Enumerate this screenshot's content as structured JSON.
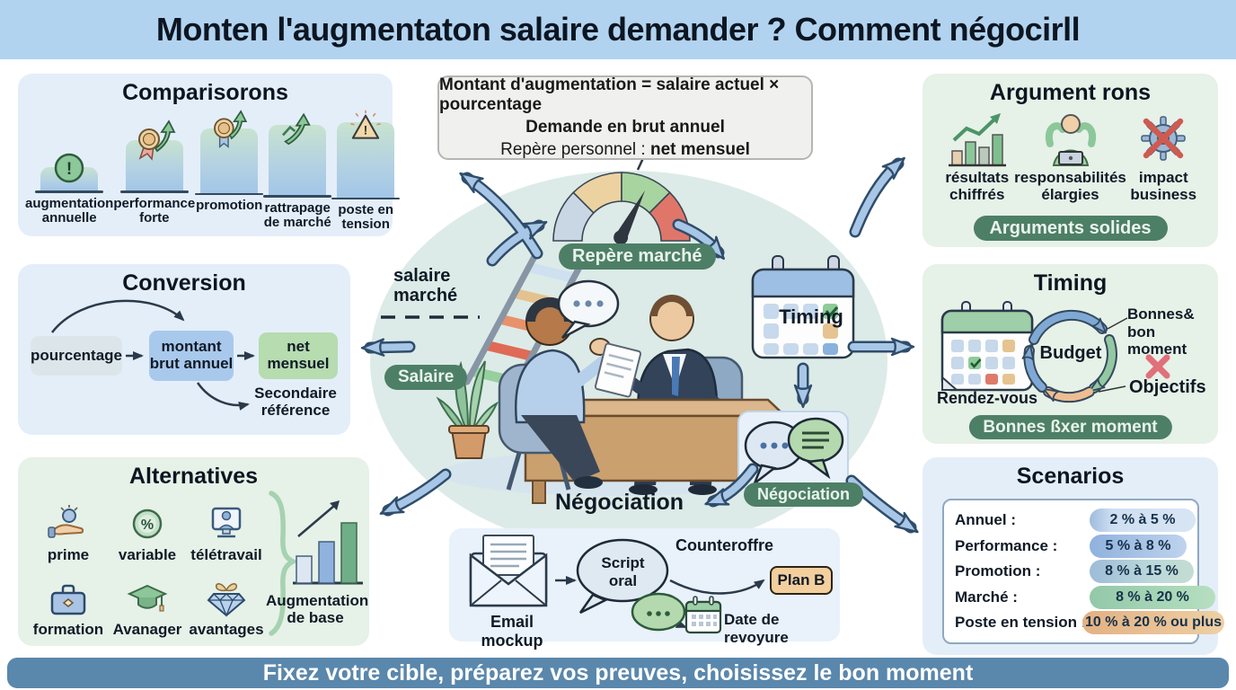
{
  "header": {
    "title": "Monten l'augmentaton salaire demander ? Comment négocirll"
  },
  "formula": {
    "line1": "Montant d'augmentation = salaire actuel × pourcentage",
    "line2": "Demande en brut annuel",
    "line3_prefix": "Repère personnel : ",
    "line3_bold": "net mensuel"
  },
  "comparisons": {
    "title": "Comparisorons",
    "items": [
      {
        "label": "augmentation annuelle",
        "icon": "exclamation-circle"
      },
      {
        "label": "performance forte",
        "icon": "medal-arrow"
      },
      {
        "label": "promotion",
        "icon": "medal-arrow"
      },
      {
        "label": "rattrapage de marché",
        "icon": "growth-arrow"
      },
      {
        "label": "poste en tension",
        "icon": "warning-triangle"
      }
    ]
  },
  "arguments": {
    "title": "Argument rons",
    "items": [
      {
        "label": "résultats chiffrés",
        "icon": "chart-growth"
      },
      {
        "label": "responsabilités élargies",
        "icon": "flexing-person-laptop"
      },
      {
        "label": "impact business",
        "icon": "crossed-gear"
      }
    ],
    "badge": "Arguments solides"
  },
  "conversion": {
    "title": "Conversion",
    "step1": "pourcentage",
    "step2": "montant brut annuel",
    "step3": "net mensuel",
    "secondary": "Secondaire référence"
  },
  "alternatives": {
    "title": "Alternatives",
    "items": [
      {
        "label": "prime",
        "icon": "hand-coin"
      },
      {
        "label": "variable",
        "icon": "percent-badge"
      },
      {
        "label": "télétravail",
        "icon": "remote-work-monitor"
      },
      {
        "label": "formation",
        "icon": "briefcase"
      },
      {
        "label": "Avanager",
        "icon": "graduation-cap"
      },
      {
        "label": "avantages",
        "icon": "gift-diamond"
      }
    ],
    "result": "Augmentation de base"
  },
  "timing": {
    "title": "Timing",
    "calendar_label": "Rendez-vous",
    "center_label": "Budget",
    "good_label": "Bonnes&\nbon moment",
    "objectives_label": "Objectifs",
    "badge": "Bonnes ßxer moment"
  },
  "scenarios": {
    "title": "Scenarios",
    "rows": [
      {
        "label": "Annuel :",
        "value": "2 % à 5 %",
        "color": "#cfdff2"
      },
      {
        "label": "Performance :",
        "value": "5 % à 8 %",
        "color": "#bed3ee"
      },
      {
        "label": "Promotion :",
        "value": "8 % à 15 %",
        "color": "#bcd8da"
      },
      {
        "label": "Marché :",
        "value": "8 % à 20 %",
        "color": "#b6dfc0"
      },
      {
        "label": "Poste en tension :",
        "value": "10 % à 20 % ou plus",
        "color": "#edd0a4"
      }
    ]
  },
  "negotiation": {
    "title": "Négociation",
    "badge": "Négociation",
    "email_label": "Email mockup",
    "script_label": "Script\noral",
    "counter_label": "Counteroffre",
    "plan_b": "Plan B",
    "date_label": "Date de revoyure"
  },
  "center": {
    "gauge_badge": "Repère marché",
    "ladder_label": "salaire\nmarché",
    "salary_badge": "Salaire",
    "calendar_label": "Timing"
  },
  "footer": {
    "text": "Fixez votre cible, préparez vos preuves, choisissez le bon moment"
  },
  "colors": {
    "header_bg": "#b2d3ef",
    "footer_bg": "#5a87ac",
    "panel_blue": "#e4eef9",
    "panel_green": "#e6f1e8",
    "badge_green": "#4d7f66",
    "arrow_fill": "#a8c6e6",
    "arrow_outline": "#2f4d6b",
    "gauge_segments": [
      "#c9d6e4",
      "#ecd2a0",
      "#a8d4a0",
      "#e0766a"
    ]
  }
}
